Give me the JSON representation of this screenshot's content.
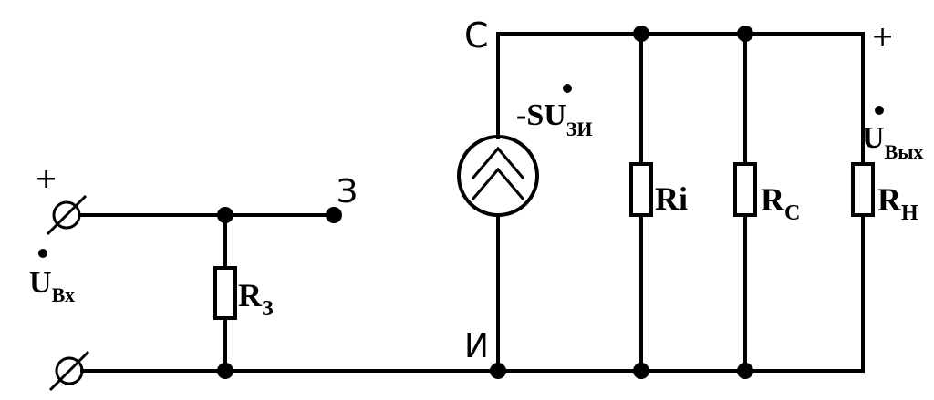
{
  "labels": {
    "plus_in": "+",
    "u_in_main": "U",
    "u_in_sub": "Вх",
    "gate": "З",
    "r_gate_main": "R",
    "r_gate_sub": "З",
    "drain": "С",
    "source": "И",
    "src_prefix": "-S",
    "src_u": "U",
    "src_sub": "ЗИ",
    "ri": "Ri",
    "rc_main": "R",
    "rc_sub": "C",
    "rh_main": "R",
    "rh_sub": "Н",
    "plus_out": "+",
    "u_out_main": "U",
    "u_out_sub": "Вых"
  }
}
